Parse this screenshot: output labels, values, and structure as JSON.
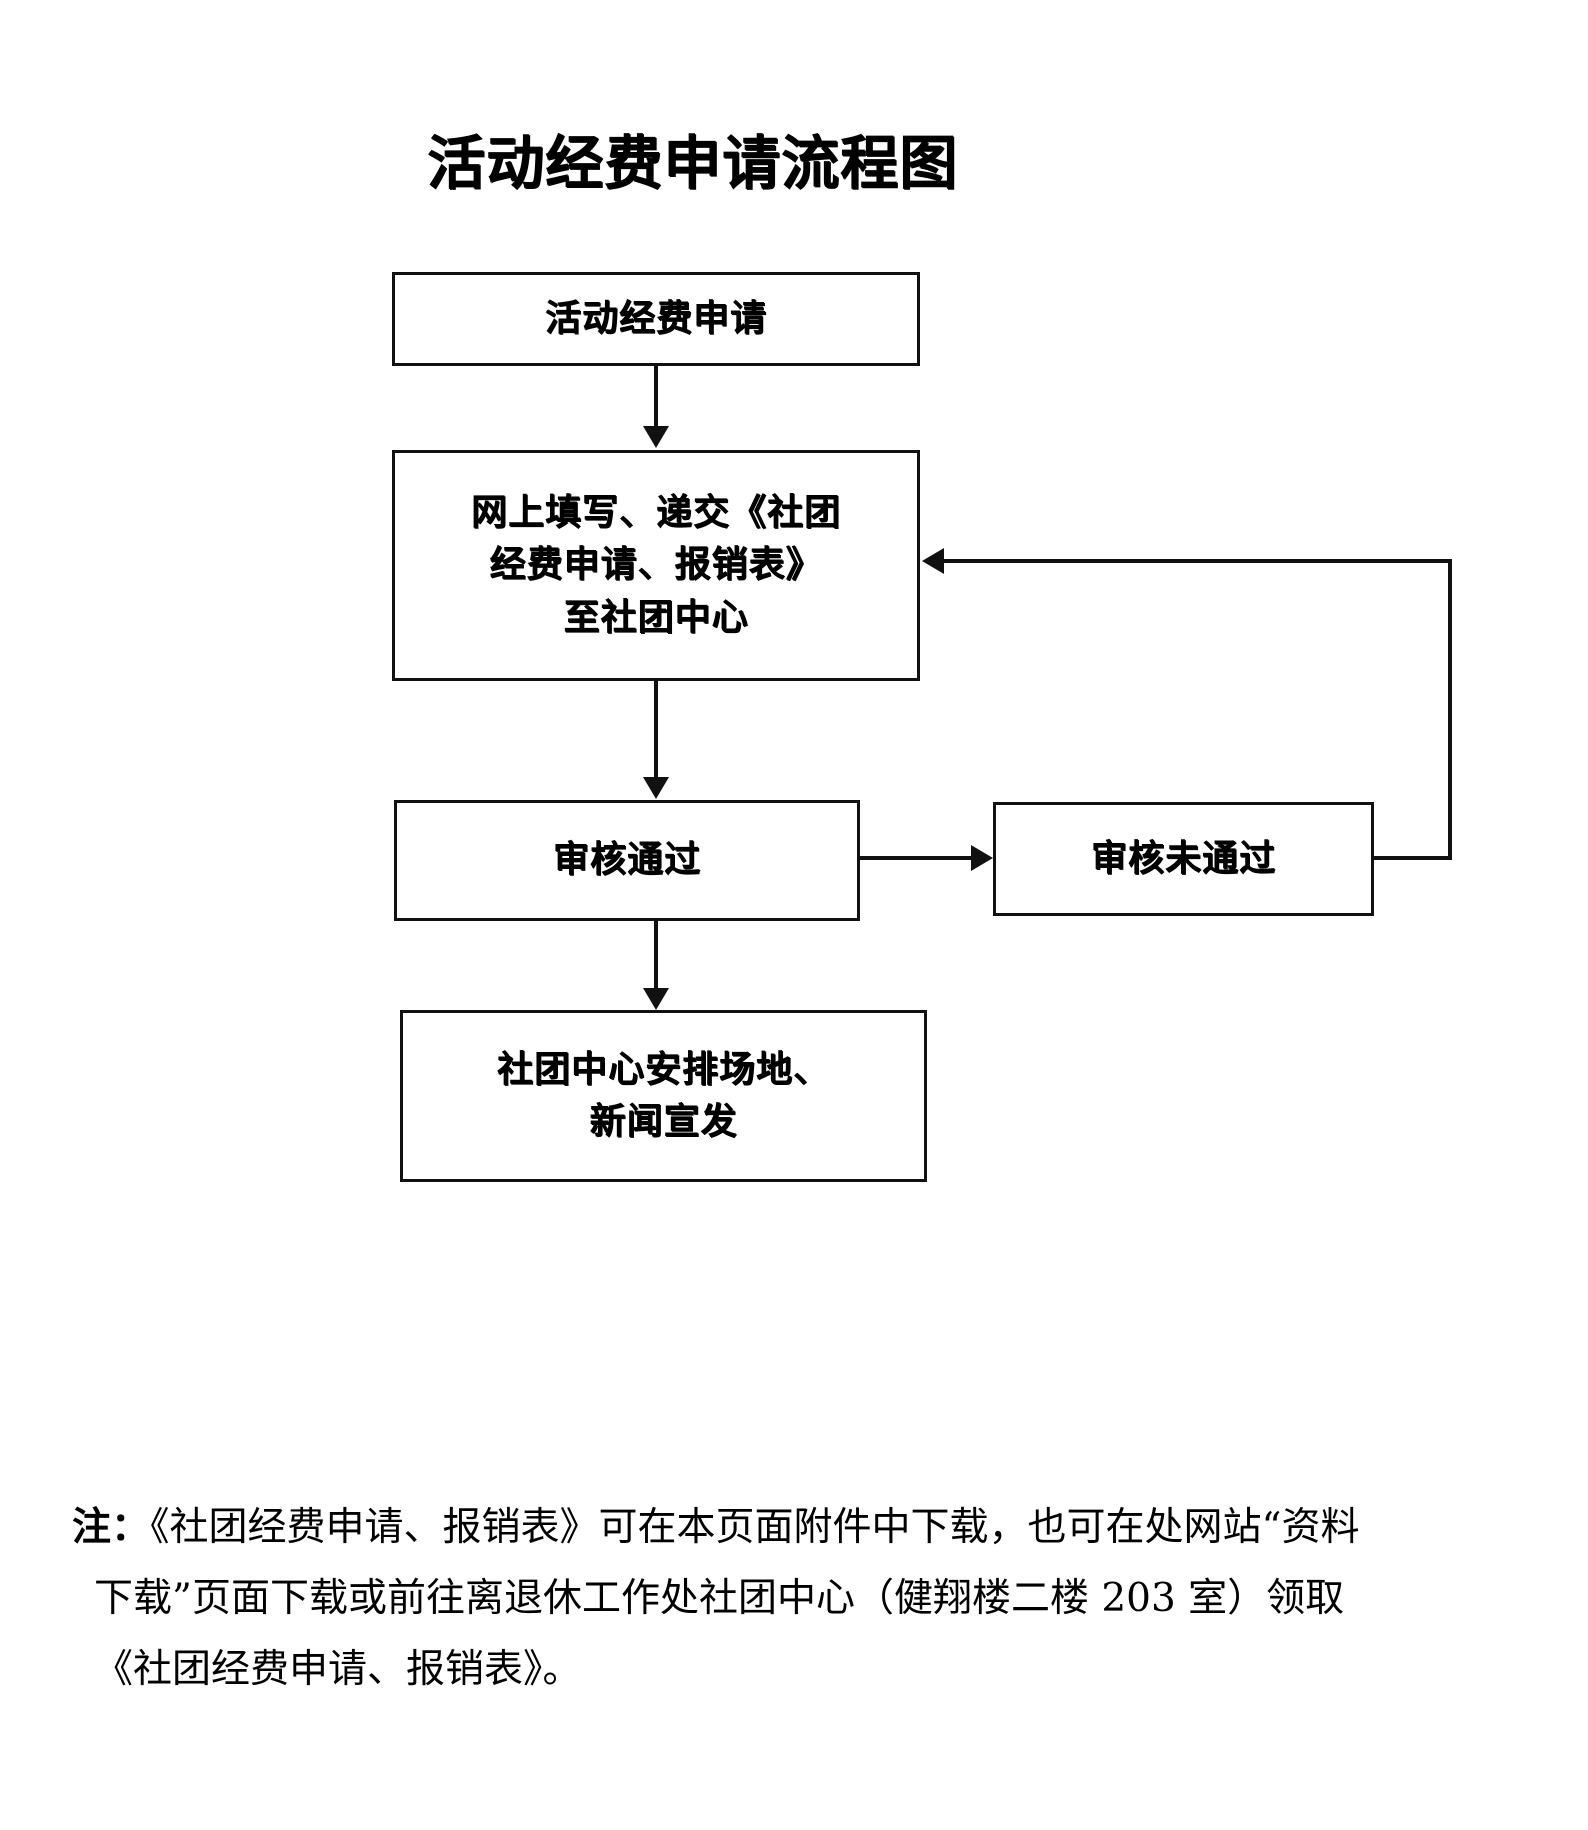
{
  "document": {
    "title": "活动经费申请流程图",
    "background_color": "#ffffff",
    "ink_color": "#111111"
  },
  "flowchart": {
    "type": "flowchart",
    "nodes": [
      {
        "id": "apply",
        "label": "活动经费申请"
      },
      {
        "id": "submit",
        "label": "网上填写、递交《社团\n经费申请、报销表》\n至社团中心"
      },
      {
        "id": "approved",
        "label": "审核通过"
      },
      {
        "id": "rejected",
        "label": "审核未通过"
      },
      {
        "id": "arrange",
        "label": "社团中心安排场地、\n新闻宣发"
      }
    ],
    "edges": [
      {
        "from": "apply",
        "to": "submit",
        "direction": "down",
        "label": ""
      },
      {
        "from": "submit",
        "to": "approved",
        "direction": "down",
        "label": ""
      },
      {
        "from": "approved",
        "to": "rejected",
        "direction": "right",
        "label": ""
      },
      {
        "from": "approved",
        "to": "arrange",
        "direction": "down",
        "label": ""
      },
      {
        "from": "rejected",
        "to": "submit",
        "direction": "loop-left",
        "label": ""
      }
    ]
  },
  "note": {
    "label": "注：",
    "line1": "《社团经费申请、报销表》可在本页面附件中下载，也可在处网站“资料",
    "line2": "下载”页面下载或前往离退休工作处社团中心（健翔楼二楼 203 室）领取",
    "line3": "《社团经费申请、报销表》。",
    "full_text": "注：《社团经费申请、报销表》可在本页面附件中下载，也可在处网站“资料下载”页面下载或前往离退休工作处社团中心（健翔楼二楼 203 室）领取《社团经费申请、报销表》。"
  }
}
